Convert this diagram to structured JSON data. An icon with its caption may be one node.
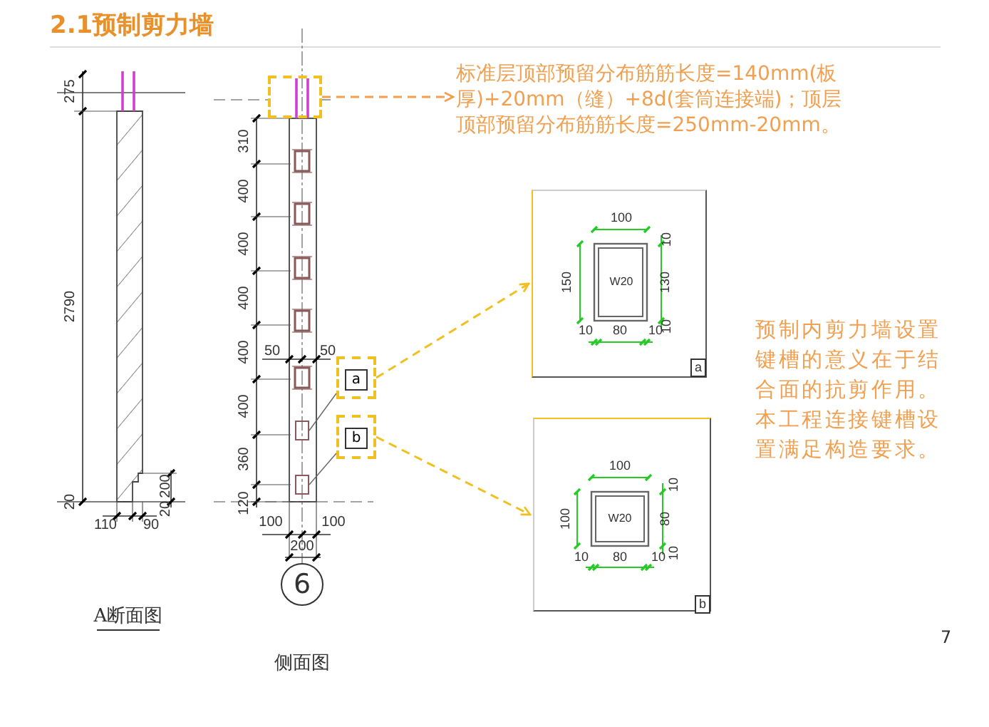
{
  "diagram": {
    "title": "2.1预制剪力墙",
    "nodes": [
      {
        "text": [],
        "shape": "box"
      },
      {
        "text": [
          "标准层顶部预留分布筋筋长度=140mm(板厚)+20mm（缝）+8d(套筒连接端)；顶层顶部预留分布筋筋长度=250mm-20mm。"
        ]
      },
      {
        "text": [
          "a"
        ]
      },
      {
        "text": [
          "100",
          "150",
          "W20",
          "130",
          "10",
          "10",
          "10",
          "80",
          "10",
          "a"
        ]
      },
      {
        "text": [
          "b"
        ]
      },
      {
        "text": [
          "100",
          "100",
          "W20",
          "80",
          "10",
          "10",
          "10",
          "80",
          "10",
          "b"
        ]
      },
      {
        "text": [],
        "shape": "box"
      },
      {
        "text": [],
        "shape": "box"
      },
      {
        "text": [
          "6"
        ]
      }
    ],
    "edges": [
      {
        "from": 0,
        "to": 1,
        "arrow": "to",
        "style": "dashed",
        "color": "#f0a050"
      },
      {
        "from": 2,
        "to": 3,
        "arrow": "to",
        "style": "dashed",
        "color": "#f0c020"
      },
      {
        "from": 4,
        "to": 5,
        "arrow": "to",
        "style": "dashed",
        "color": "#f0c020"
      },
      {
        "from": 2,
        "to": 6,
        "arrow": "none",
        "color": "#666666"
      },
      {
        "from": 4,
        "to": 7,
        "arrow": "none",
        "color": "#666666"
      }
    ],
    "labels": [
      "275",
      "2790",
      "20",
      "200",
      "20",
      "110",
      "90",
      "A断面图",
      "310",
      "400",
      "400",
      "400",
      "400",
      "400",
      "360",
      "120",
      "50",
      "50",
      "100",
      "100",
      "200",
      "侧面图",
      "预制内剪力墙设置键槽的意义在于结合面的抗剪作用。本工程连接键槽设置满足构造要求。",
      "7"
    ]
  }
}
